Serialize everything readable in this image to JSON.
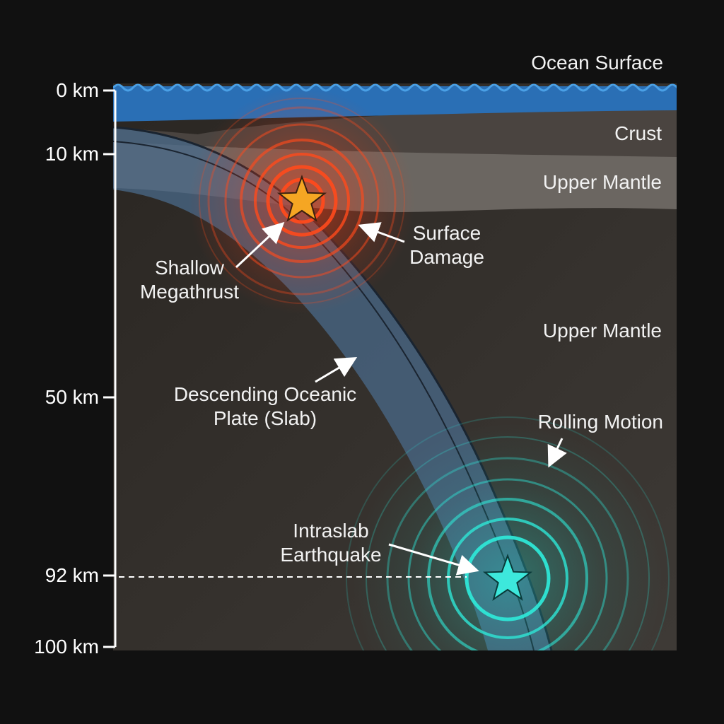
{
  "depth_axis": {
    "unit": "km",
    "ticks": [
      {
        "label": "0 km",
        "depth": 0
      },
      {
        "label": "10 km",
        "depth": 10
      },
      {
        "label": "50 km",
        "depth": 50
      },
      {
        "label": "92 km",
        "depth": 92
      },
      {
        "label": "100 km",
        "depth": 100
      }
    ]
  },
  "layers": {
    "ocean_surface": "Ocean Surface",
    "crust": "Crust",
    "upper_mantle_top": "Upper Mantle",
    "upper_mantle_lower": "Upper Mantle"
  },
  "slab": {
    "label_line1": "Descending Oceanic",
    "label_line2": "Plate (Slab)"
  },
  "shallow_event": {
    "label_line1": "Shallow",
    "label_line2": "Megathrust",
    "effect_line1": "Surface",
    "effect_line2": "Damage",
    "color": "#ff4a1c",
    "star_color": "#f5a623"
  },
  "deep_event": {
    "label_line1": "Intraslab",
    "label_line2": "Earthquake",
    "effect": "Rolling Motion",
    "depth_km": 92,
    "color": "#2ee6d6",
    "star_color": "#3de8dc"
  },
  "colors": {
    "background": "#111111",
    "ocean": "#2a6fb5",
    "crust": "#4a4440",
    "mantle_band": "#6b6661",
    "mantle": "#3a3632",
    "slab": "#4a6a8a"
  }
}
